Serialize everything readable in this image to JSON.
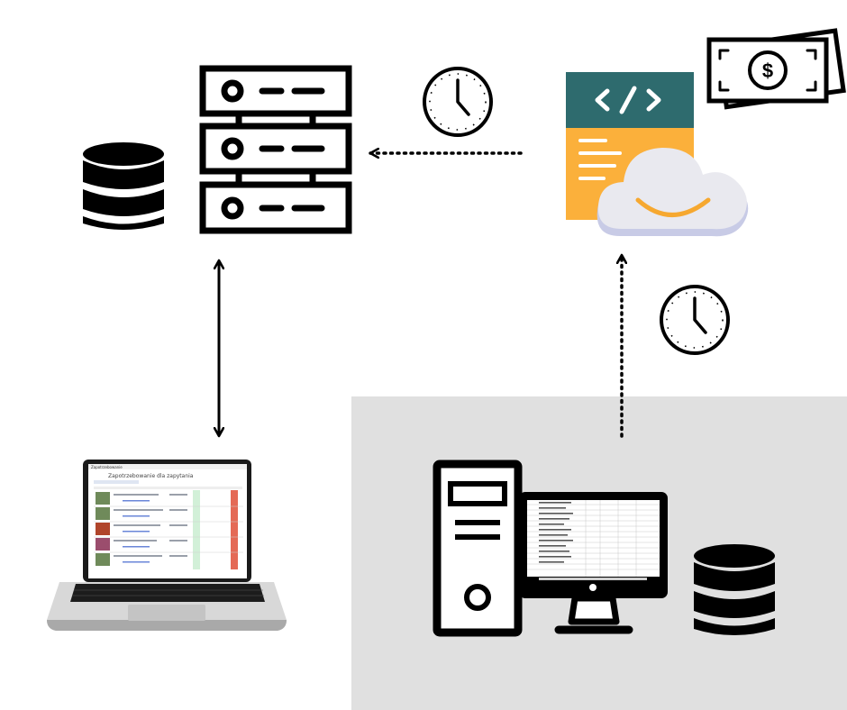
{
  "diagram": {
    "nodes": [
      {
        "id": "database-top-left",
        "icon": "database-icon"
      },
      {
        "id": "server-rack",
        "icon": "server-rack-icon"
      },
      {
        "id": "cloud-api",
        "icon": "cloud-code-document-icon"
      },
      {
        "id": "money",
        "icon": "banknotes-dollar-icon"
      },
      {
        "id": "laptop",
        "icon": "laptop-icon"
      },
      {
        "id": "desktop",
        "icon": "desktop-computer-icon"
      },
      {
        "id": "database-bottom-right",
        "icon": "database-icon"
      }
    ],
    "edges": [
      {
        "from": "cloud-api",
        "to": "server-rack",
        "style": "dotted",
        "marker": "clock-icon"
      },
      {
        "from": "desktop",
        "to": "cloud-api",
        "style": "dotted",
        "marker": "clock-icon"
      },
      {
        "from": "server-rack",
        "to": "laptop",
        "style": "solid",
        "direction": "both"
      }
    ]
  },
  "laptop_screen": {
    "tab_active": "Zapotrzebowanie",
    "title": "Zapotrzebowanie dla zapytania"
  },
  "colors": {
    "ink": "#000000",
    "panel": "#e0e0e0",
    "code_header": "#2e6b6e",
    "document": "#fbb03b",
    "cloud": "#e9e9ef",
    "cloud_shadow": "#c8cbe6",
    "smile": "#f6a830"
  }
}
